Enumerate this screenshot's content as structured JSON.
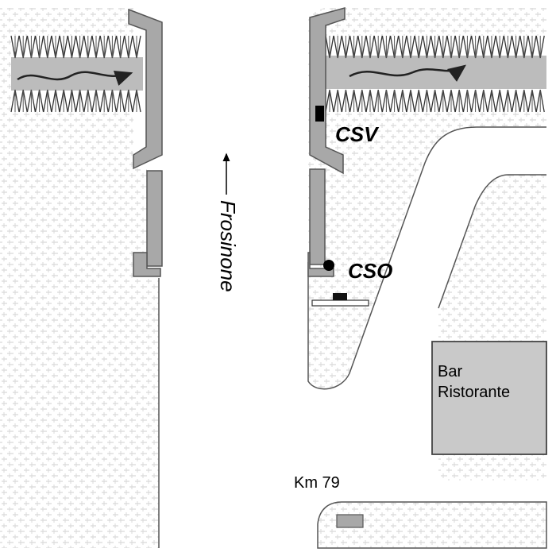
{
  "map": {
    "direction_label": "Frosinone",
    "direction_arrow": "up-arrow",
    "labels": {
      "csv": "CSV",
      "cso": "CSO",
      "bar_line1": "Bar",
      "bar_line2": "Ristorante",
      "km": "Km 79"
    },
    "colors": {
      "background": "#ffffff",
      "paving_pattern": "#c8c8c8",
      "structure_fill": "#a8a8a8",
      "structure_stroke": "#555555",
      "building_fill": "#c9c9c9",
      "outline": "#555555",
      "marker": "#000000"
    },
    "icons": [
      "water-wave-arrow-icon",
      "camera-marker-icon",
      "sensor-dot-icon",
      "traffic-arrow-icon"
    ]
  }
}
